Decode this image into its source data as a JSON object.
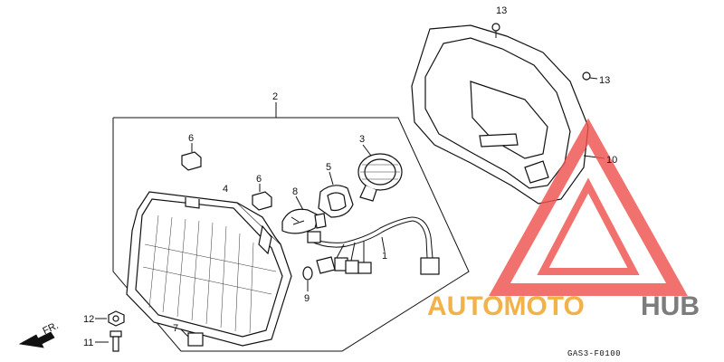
{
  "callouts": {
    "c1": "1",
    "c2": "2",
    "c3": "3",
    "c4": "4",
    "c5": "5",
    "c6a": "6",
    "c6b": "6",
    "c7": "7",
    "c8": "8",
    "c9": "9",
    "c10": "10",
    "c11": "11",
    "c12": "12",
    "c13a": "13",
    "c13b": "13"
  },
  "direction_label": "FR.",
  "diagram_code": "GAS3-F0100",
  "watermark": {
    "brand_left": "AUTOMOTO",
    "brand_right": "HUB",
    "triangle_color": "#ef5350",
    "left_color": "#f2b24a",
    "right_color": "#7c7c7c"
  },
  "icons": [
    "front-arrow-icon",
    "brand-triangle-logo"
  ]
}
